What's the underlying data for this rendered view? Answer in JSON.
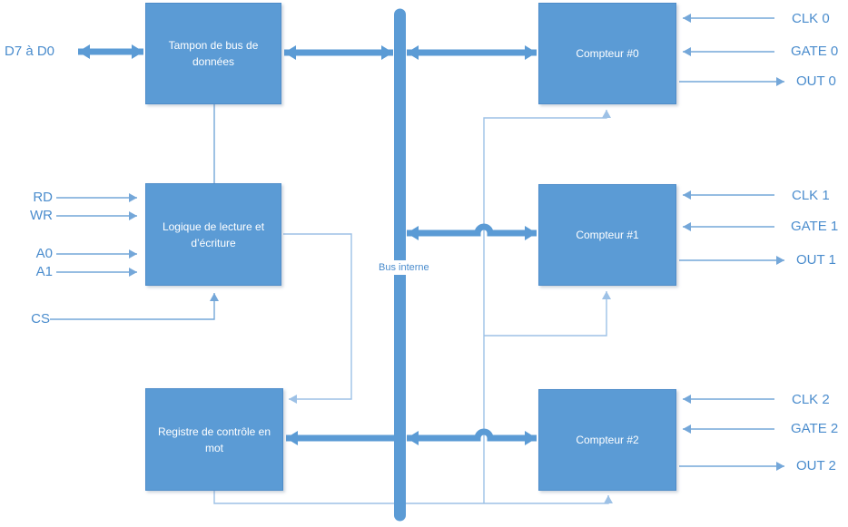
{
  "diagram": {
    "title_semantics": "Schéma bloc du timer programmable (8253) — diagramme statique",
    "blocks": {
      "tampon": {
        "label": "Tampon de bus de données"
      },
      "logique": {
        "label": "Logique de lecture et d’écriture"
      },
      "registre": {
        "label": "Registre de contrôle en mot"
      },
      "compteur0": {
        "label": "Compteur #0"
      },
      "compteur1": {
        "label": "Compteur #1"
      },
      "compteur2": {
        "label": "Compteur #2"
      }
    },
    "bus": {
      "label": "Bus interne"
    },
    "left_labels": {
      "data_bus": "D7 à D0",
      "rd": "RD",
      "wr": "WR",
      "a0": "A0",
      "a1": "A1",
      "cs": "CS"
    },
    "right_labels": {
      "clk0": "CLK 0",
      "gate0": "GATE 0",
      "out0": "OUT 0",
      "clk1": "CLK 1",
      "gate1": "GATE 1",
      "out1": "OUT 1",
      "clk2": "CLK 2",
      "gate2": "GATE 2",
      "out2": "OUT 2"
    },
    "colors": {
      "block_fill": "#5b9bd5",
      "block_border": "#4d8cc9",
      "block_text": "#ffffff",
      "thick_arrow": "#5b9bd5",
      "thin_line": "#74a7d9",
      "feedback_line": "#9dc1e6",
      "label_text": "#4a8ccd"
    }
  }
}
